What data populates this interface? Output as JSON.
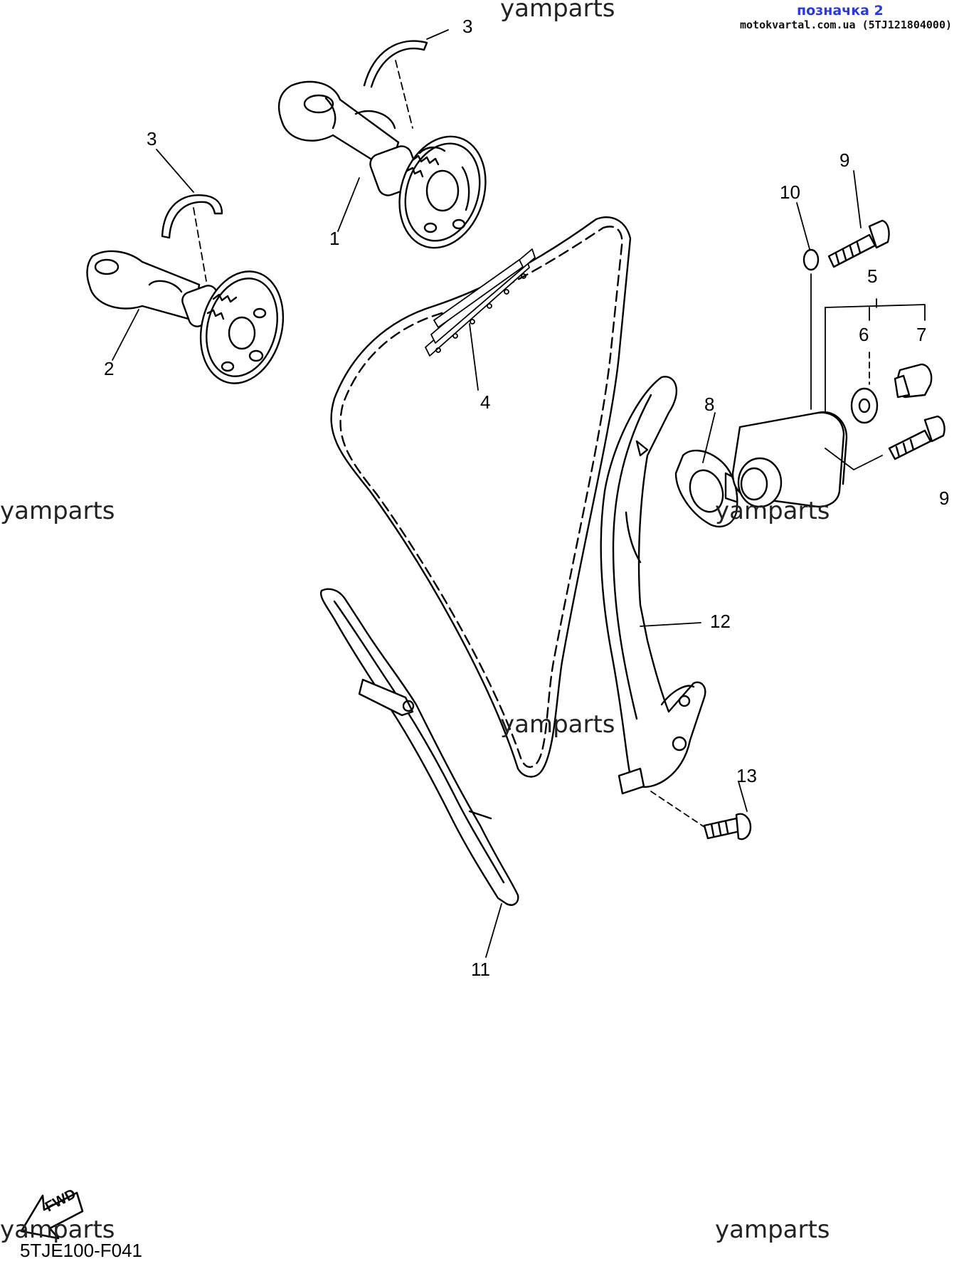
{
  "header": {
    "title": "позначка 2",
    "subtitle": "motokvartal.com.ua (5TJ121804000)"
  },
  "watermarks": [
    "yamparts",
    "yamparts",
    "yamparts",
    "yamparts",
    "yamparts",
    "yamparts"
  ],
  "callouts": {
    "c1": "1",
    "c2": "2",
    "c3a": "3",
    "c3b": "3",
    "c4": "4",
    "c5": "5",
    "c6": "6",
    "c7": "7",
    "c8": "8",
    "c9a": "9",
    "c9b": "9",
    "c10": "10",
    "c11": "11",
    "c12": "12",
    "c13": "13"
  },
  "fwd_label": "FWD",
  "diagram_code": "5TJE100-F041"
}
